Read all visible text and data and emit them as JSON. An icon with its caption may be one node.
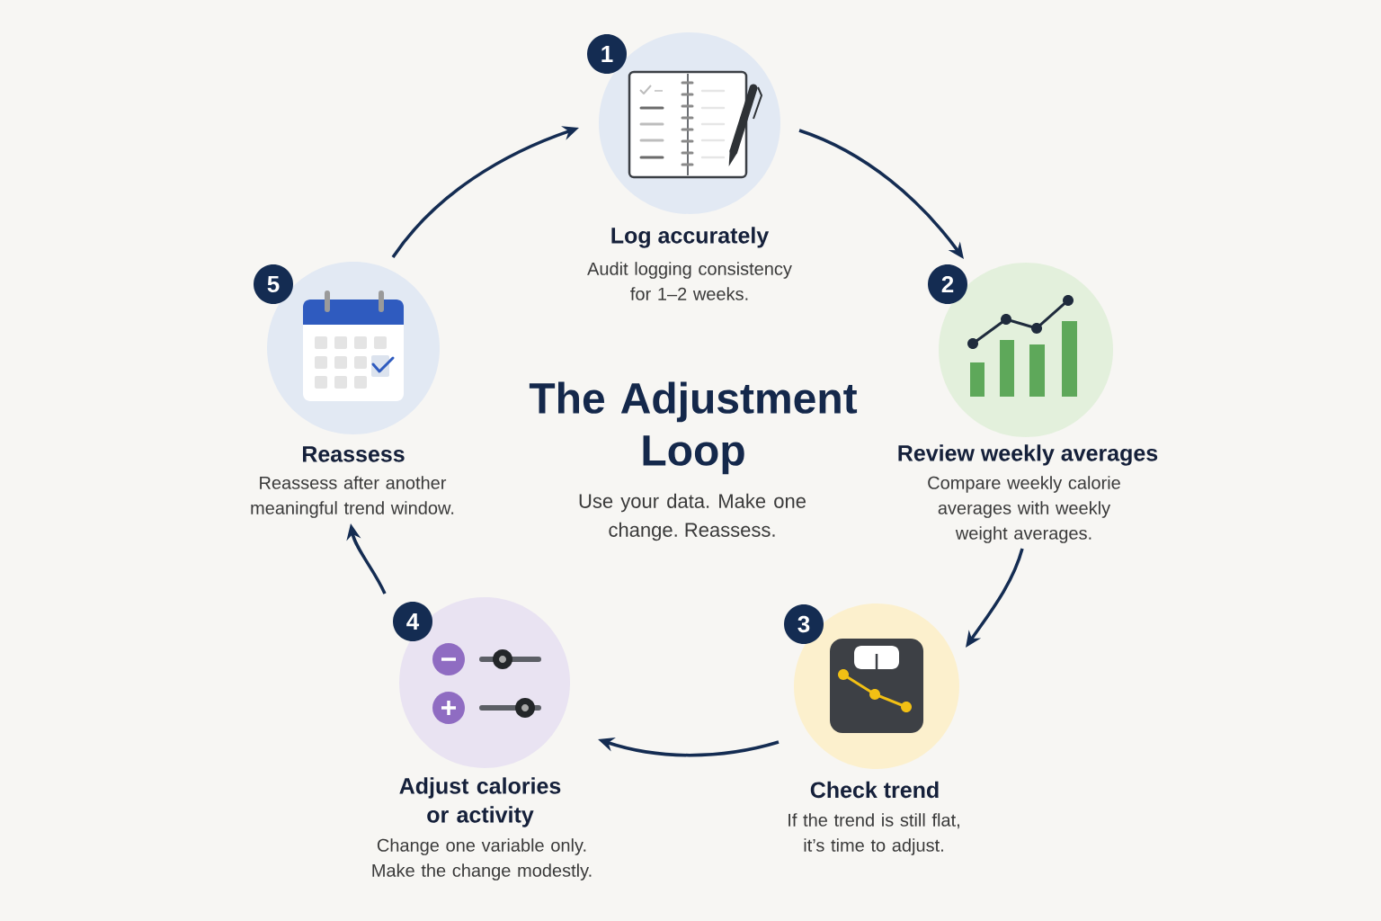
{
  "diagram": {
    "title": "The Adjustment Loop",
    "nodes": [
      {
        "text": [
          "Log accurately",
          "Audit logging consistency for 1–2 weeks."
        ],
        "beside": [
          "1"
        ]
      },
      {
        "text": [
          "Review weekly averages",
          "Compare weekly calorie averages with weekly weight averages."
        ],
        "beside": [
          "2"
        ]
      },
      {
        "text": [
          "Check trend",
          "If the trend is still flat, it’s time to adjust."
        ],
        "beside": [
          "3"
        ]
      },
      {
        "text": [
          "Adjust calories or activity",
          "Change one variable only. Make the change modestly."
        ],
        "beside": [
          "4"
        ]
      },
      {
        "text": [
          "Reassess",
          "Reassess after another meaningful trend window."
        ],
        "beside": [
          "5"
        ]
      }
    ],
    "edges": [
      {
        "from": 0,
        "to": 1,
        "arrow": "to"
      },
      {
        "from": 1,
        "to": 2,
        "arrow": "to"
      },
      {
        "from": 2,
        "to": 3,
        "arrow": "to"
      },
      {
        "from": 3,
        "to": 4,
        "arrow": "to"
      },
      {
        "from": 4,
        "to": 0,
        "arrow": "to"
      }
    ],
    "labels": [
      "Use your data. Make one change. Reassess."
    ]
  }
}
